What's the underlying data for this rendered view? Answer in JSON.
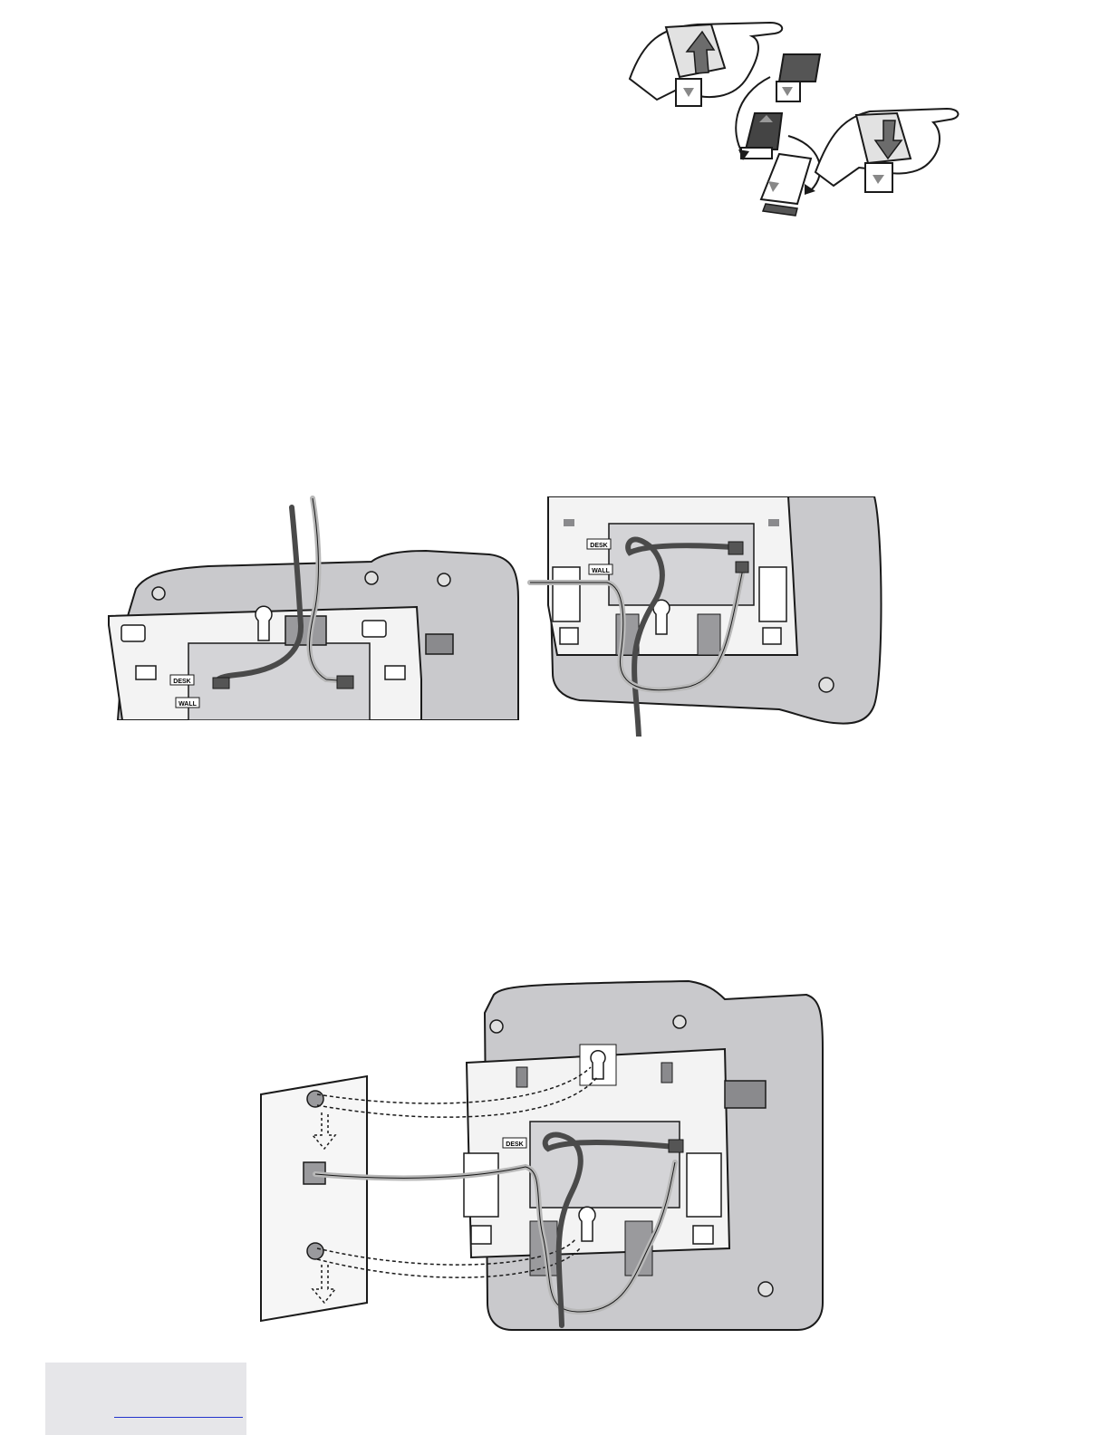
{
  "labels": {
    "desk_a": "DESK",
    "wall_a": "WALL",
    "desk_b": "DESK",
    "wall_b": "WALL",
    "desk_c": "DESK"
  },
  "footer": {
    "link_text": ""
  },
  "colors": {
    "body_grey": "#c9c9cc",
    "panel_light": "#efefef",
    "cord_dark": "#4a4a4a",
    "cord_light": "#b8b8b8",
    "line": "#1a1a1a"
  }
}
